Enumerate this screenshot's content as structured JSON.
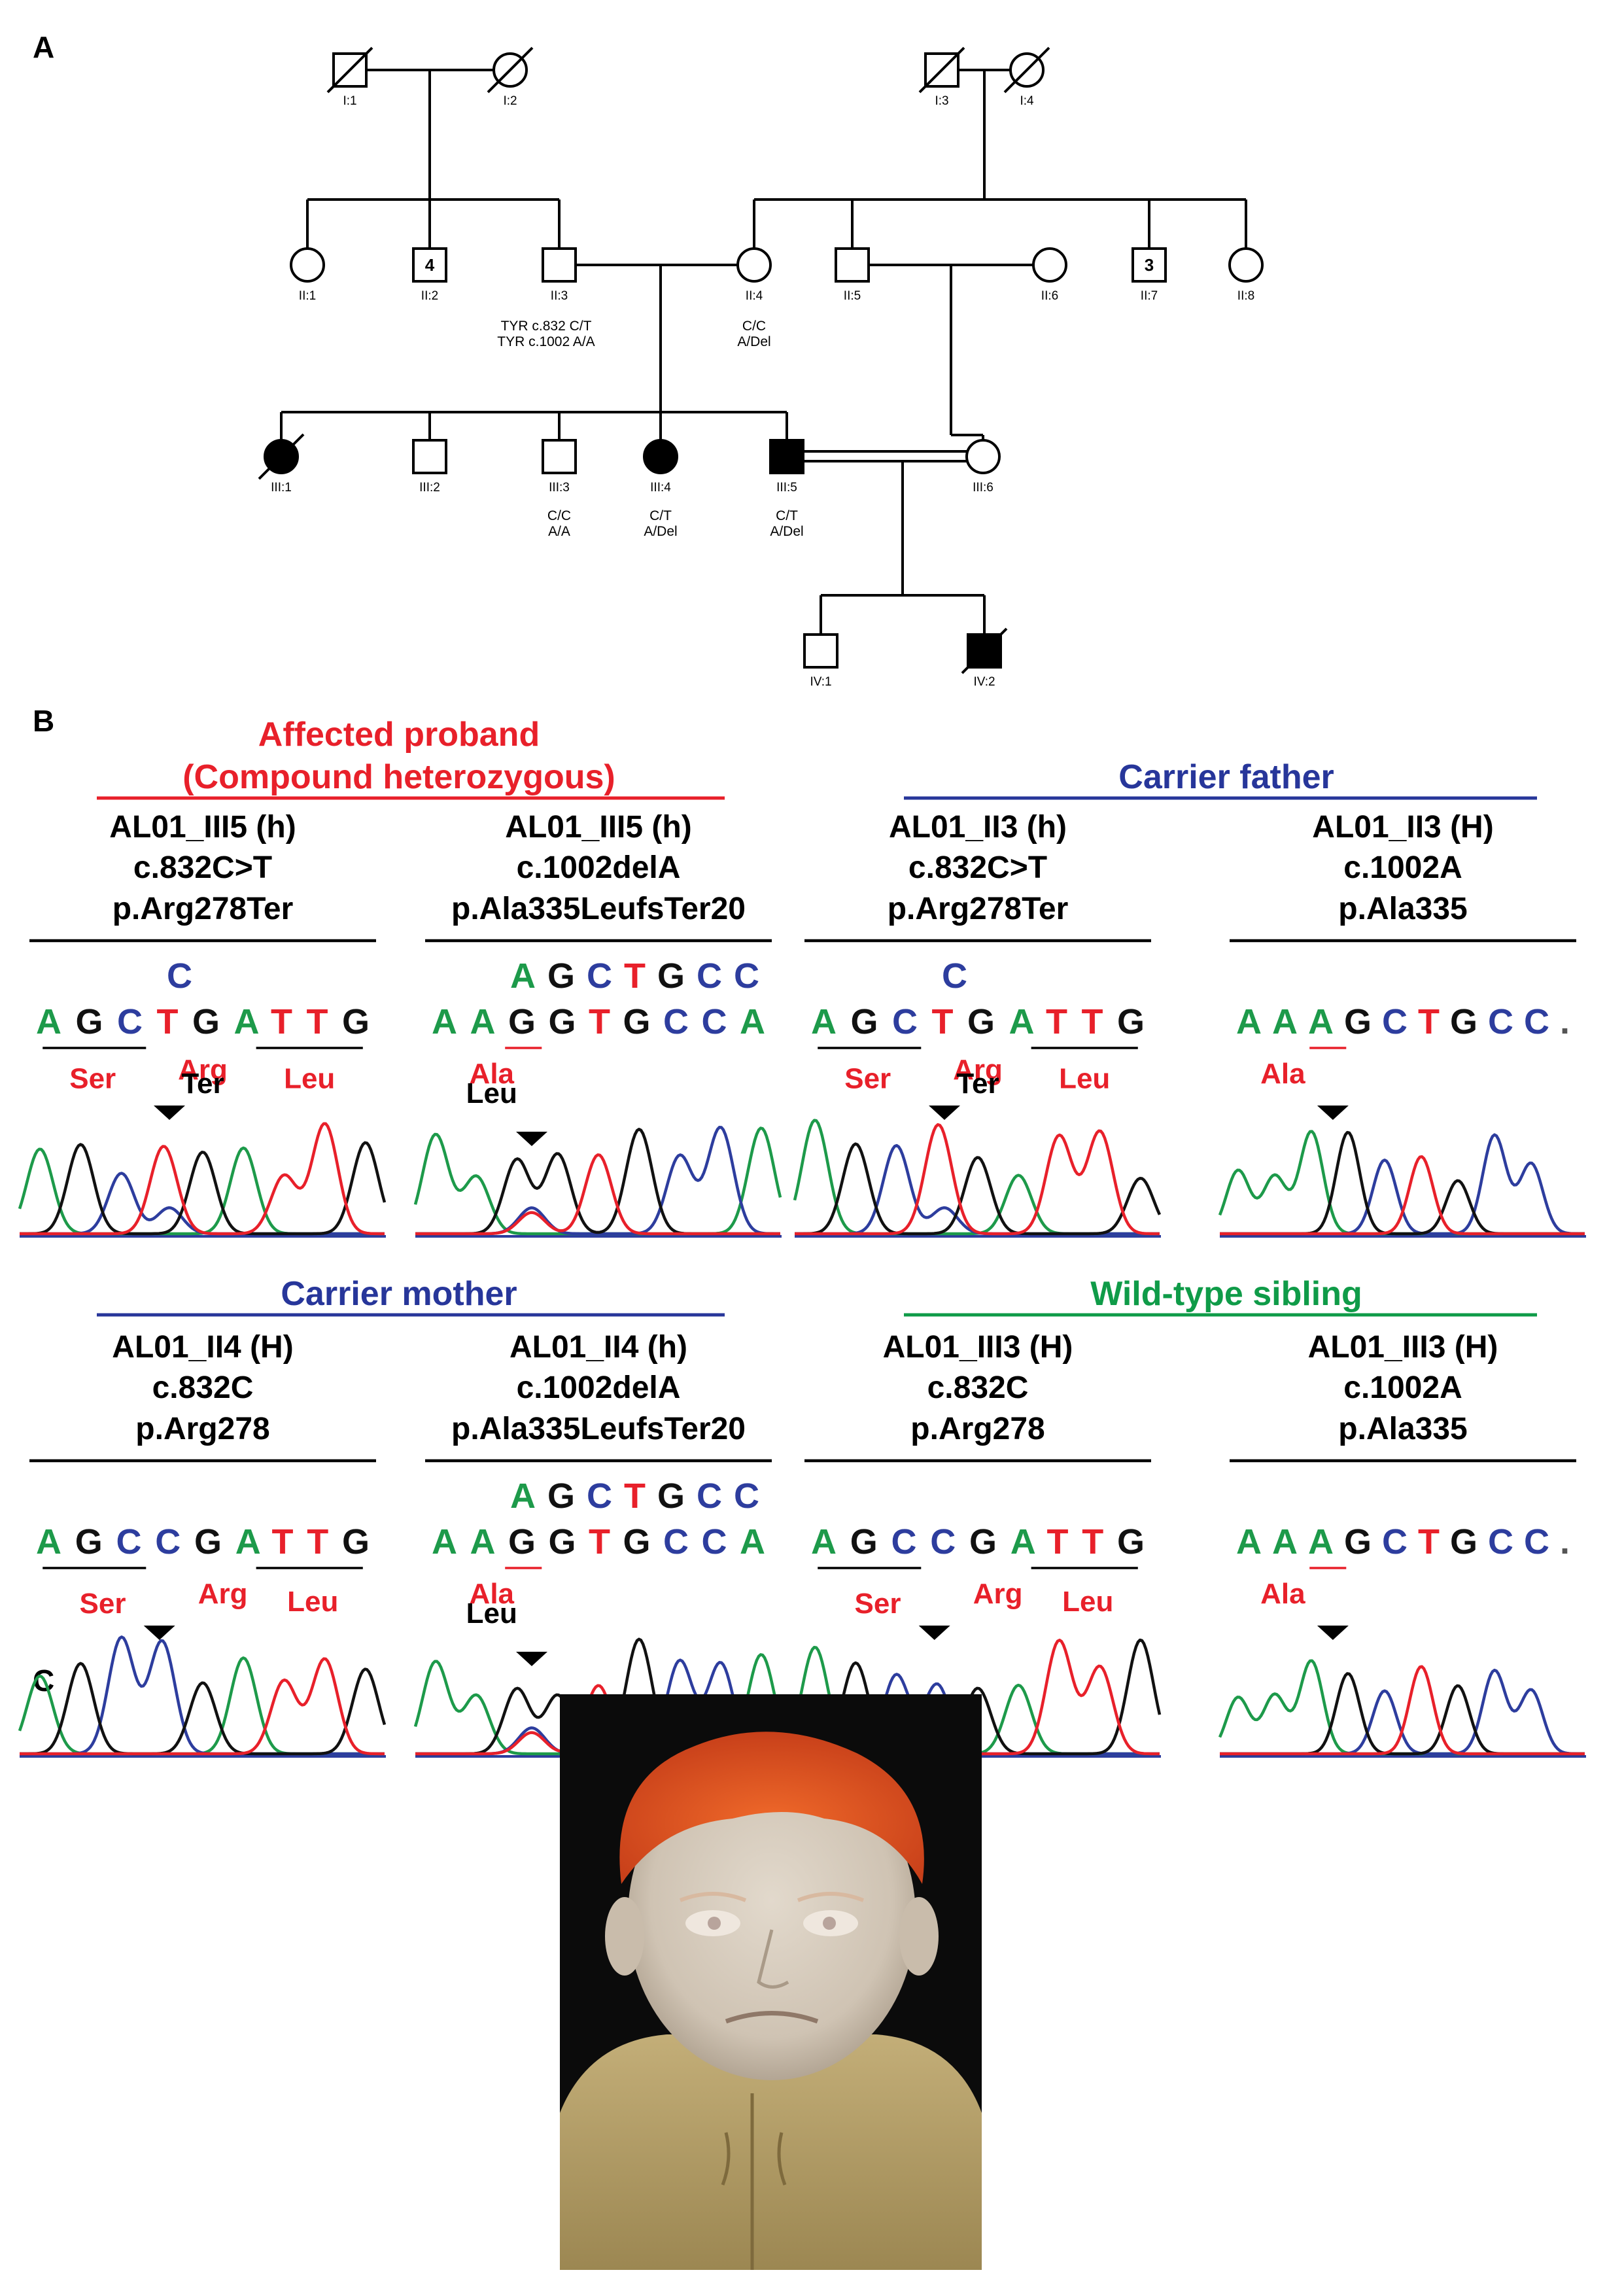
{
  "panel_labels": {
    "a": "A",
    "b": "B",
    "c": "C"
  },
  "colors": {
    "red": "#e8202a",
    "blue": "#27369a",
    "green": "#0f9b48",
    "black": "#000000",
    "base_A": "#1d9a4a",
    "base_C": "#2d3d9e",
    "base_G": "#111111",
    "base_T": "#e8202a"
  },
  "pedigree": {
    "individuals": [
      {
        "id": "I:1",
        "sex": "male",
        "affected": false,
        "deceased": true
      },
      {
        "id": "I:2",
        "sex": "female",
        "affected": false,
        "deceased": true
      },
      {
        "id": "I:3",
        "sex": "male",
        "affected": false,
        "deceased": true
      },
      {
        "id": "I:4",
        "sex": "female",
        "affected": false,
        "deceased": true
      },
      {
        "id": "II:1",
        "sex": "female",
        "affected": false,
        "deceased": false
      },
      {
        "id": "II:2",
        "sex": "male",
        "affected": false,
        "deceased": false,
        "count": "4"
      },
      {
        "id": "II:3",
        "sex": "male",
        "affected": false,
        "deceased": false
      },
      {
        "id": "II:4",
        "sex": "female",
        "affected": false,
        "deceased": false
      },
      {
        "id": "II:5",
        "sex": "male",
        "affected": false,
        "deceased": false
      },
      {
        "id": "II:6",
        "sex": "female",
        "affected": false,
        "deceased": false
      },
      {
        "id": "II:7",
        "sex": "male",
        "affected": false,
        "deceased": false,
        "count": "3"
      },
      {
        "id": "II:8",
        "sex": "female",
        "affected": false,
        "deceased": false
      },
      {
        "id": "III:1",
        "sex": "female",
        "affected": true,
        "deceased": true
      },
      {
        "id": "III:2",
        "sex": "male",
        "affected": false,
        "deceased": false
      },
      {
        "id": "III:3",
        "sex": "male",
        "affected": false,
        "deceased": false
      },
      {
        "id": "III:4",
        "sex": "female",
        "affected": true,
        "deceased": false
      },
      {
        "id": "III:5",
        "sex": "male",
        "affected": true,
        "deceased": false
      },
      {
        "id": "III:6",
        "sex": "female",
        "affected": false,
        "deceased": false
      },
      {
        "id": "IV:1",
        "sex": "male",
        "affected": false,
        "deceased": false
      },
      {
        "id": "IV:2",
        "sex": "male",
        "affected": true,
        "deceased": true
      }
    ],
    "genotypes": [
      {
        "individual": "II:3",
        "line1": "TYR c.832  C/T",
        "line2": "TYR c.1002  A/A"
      },
      {
        "individual": "II:4",
        "line1": "C/C",
        "line2": "A/Del"
      },
      {
        "individual": "III:3",
        "line1": "C/C",
        "line2": "A/A"
      },
      {
        "individual": "III:4",
        "line1": "C/T",
        "line2": "A/Del"
      },
      {
        "individual": "III:5",
        "line1": "C/T",
        "line2": "A/Del"
      }
    ]
  },
  "groups": [
    {
      "key": "proband",
      "title_line1": "Affected proband",
      "title_line2": "(Compound heterozygous)",
      "color": "#e8202a"
    },
    {
      "key": "father",
      "title_line1": "Carrier father",
      "title_line2": "",
      "color": "#27369a"
    },
    {
      "key": "mother",
      "title_line1": "Carrier mother",
      "title_line2": "",
      "color": "#27369a"
    },
    {
      "key": "sibling",
      "title_line1": "Wild-type sibling",
      "title_line2": "",
      "color": "#0f9b48"
    }
  ],
  "chromatograms": [
    {
      "key": "p1",
      "sample": "AL01_III5 (h)",
      "variant": "c.832C>T",
      "protein": "p.Arg278Ter",
      "top_bases": "C",
      "sequence": "AGCTGATTG",
      "aa_labels": [
        {
          "text": "Ser",
          "color": "#e8202a"
        },
        {
          "text": "Arg",
          "color": "#e8202a"
        },
        {
          "text": "Ter",
          "color": "#000000"
        },
        {
          "text": "Leu",
          "color": "#e8202a"
        }
      ]
    },
    {
      "key": "p2",
      "sample": "AL01_III5 (h)",
      "variant": "c.1002delA",
      "protein": "p.Ala335LeufsTer20",
      "top_bases": "AGCTGCC",
      "sequence": "AAGGTGCCA",
      "aa_labels": [
        {
          "text": "Ala",
          "color": "#e8202a"
        },
        {
          "text": "Leu",
          "color": "#000000"
        }
      ]
    },
    {
      "key": "f1",
      "sample": "AL01_II3 (h)",
      "variant": "c.832C>T",
      "protein": "p.Arg278Ter",
      "top_bases": "C",
      "sequence": "AGCTGATTG",
      "aa_labels": [
        {
          "text": "Ser",
          "color": "#e8202a"
        },
        {
          "text": "Arg",
          "color": "#e8202a"
        },
        {
          "text": "Ter",
          "color": "#000000"
        },
        {
          "text": "Leu",
          "color": "#e8202a"
        }
      ]
    },
    {
      "key": "f2",
      "sample": "AL01_II3 (H)",
      "variant": "c.1002A",
      "protein": "p.Ala335",
      "top_bases": "",
      "sequence": "AAAGCTGCC.",
      "aa_labels": [
        {
          "text": "Ala",
          "color": "#e8202a"
        }
      ]
    },
    {
      "key": "m1",
      "sample": "AL01_II4 (H)",
      "variant": "c.832C",
      "protein": "p.Arg278",
      "top_bases": "",
      "sequence": "AGCCGATTG",
      "aa_labels": [
        {
          "text": "Ser",
          "color": "#e8202a"
        },
        {
          "text": "Arg",
          "color": "#e8202a"
        },
        {
          "text": "Leu",
          "color": "#e8202a"
        }
      ]
    },
    {
      "key": "m2",
      "sample": "AL01_II4 (h)",
      "variant": "c.1002delA",
      "protein": "p.Ala335LeufsTer20",
      "top_bases": "AGCTGCC",
      "sequence": "AAGGTGCCA",
      "aa_labels": [
        {
          "text": "Ala",
          "color": "#e8202a"
        },
        {
          "text": "Leu",
          "color": "#000000"
        }
      ]
    },
    {
      "key": "s1",
      "sample": "AL01_III3 (H)",
      "variant": "c.832C",
      "protein": "p.Arg278",
      "top_bases": "",
      "sequence": "AGCCGATTG",
      "aa_labels": [
        {
          "text": "Ser",
          "color": "#e8202a"
        },
        {
          "text": "Arg",
          "color": "#e8202a"
        },
        {
          "text": "Leu",
          "color": "#e8202a"
        }
      ]
    },
    {
      "key": "s2",
      "sample": "AL01_III3 (H)",
      "variant": "c.1002A",
      "protein": "p.Ala335",
      "top_bases": "",
      "sequence": "AAAGCTGCC.",
      "aa_labels": [
        {
          "text": "Ala",
          "color": "#e8202a"
        }
      ]
    }
  ],
  "photo": {
    "colors": {
      "background": "#0b0b0b",
      "hair": "#e0541e",
      "skin": "#d8cfc2",
      "shirt": "#b4a06a"
    }
  }
}
